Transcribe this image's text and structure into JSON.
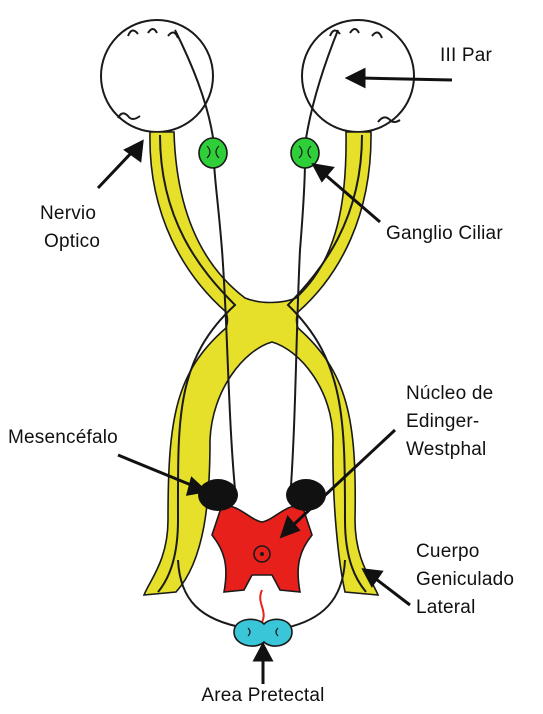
{
  "labels": {
    "iii_par": "III Par",
    "nervio_optico_line1": "Nervio",
    "nervio_optico_line2": "Optico",
    "ganglio_ciliar": "Ganglio Ciliar",
    "nucleo_line1": "Núcleo de",
    "nucleo_line2": "Edinger-",
    "nucleo_line3": "Westphal",
    "mesencefalo": "Mesencéfalo",
    "cuerpo_line1": "Cuerpo",
    "cuerpo_line2": "Geniculado",
    "cuerpo_line3": "Lateral",
    "area_pretectal": "Area Pretectal"
  },
  "colors": {
    "optic_tract": "#e6e02a",
    "ganglion": "#2fcf3a",
    "midbrain": "#e8201c",
    "nucleus": "#111111",
    "pretectal": "#39c6d8",
    "outline": "#1a1a1a"
  }
}
